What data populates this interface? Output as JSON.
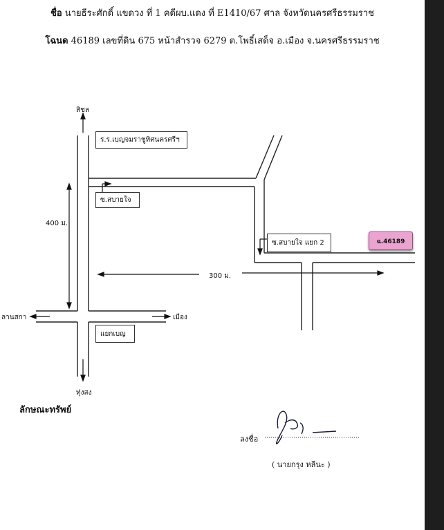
{
  "header": {
    "line1_label": "ชื่อ",
    "line1_text": "นายธีระศักดิ์ แขดวง  ที่ 1  คดีผบ.แดง ที่ E1410/67 ศาล จังหวัดนครศรีธรรมราช",
    "line2_label": "โฉนด",
    "line2_text": "46189 เลขที่ดิน 675 หน้าสำรวจ 6279 ต.โพธิ์เสด็จ อ.เมือง จ.นครศรีธรรมราช"
  },
  "map": {
    "labels": {
      "north": "สิชล",
      "south": "ทุ่งสง",
      "west": "ลานสกา",
      "east": "เมือง",
      "distance_vertical": "400 ม.",
      "distance_horizontal": "300 ม."
    },
    "boxes": {
      "school": "ร.ร.เบญจมราชูทิศนครศรีฯ",
      "soi_sabai_jai": "ซ.สบายใจ",
      "soi_sabai_jai_2": "ซ.สบายใจ แยก 2",
      "intersection": "แยกเบญ"
    },
    "plot_label": "ฉ.46189",
    "plot_color": "#e9a4cf"
  },
  "section_title": "ลักษณะทรัพย์",
  "signature": {
    "label": "ลงชื่อ",
    "name": "(  นายกรุง หลีนะ  )"
  }
}
